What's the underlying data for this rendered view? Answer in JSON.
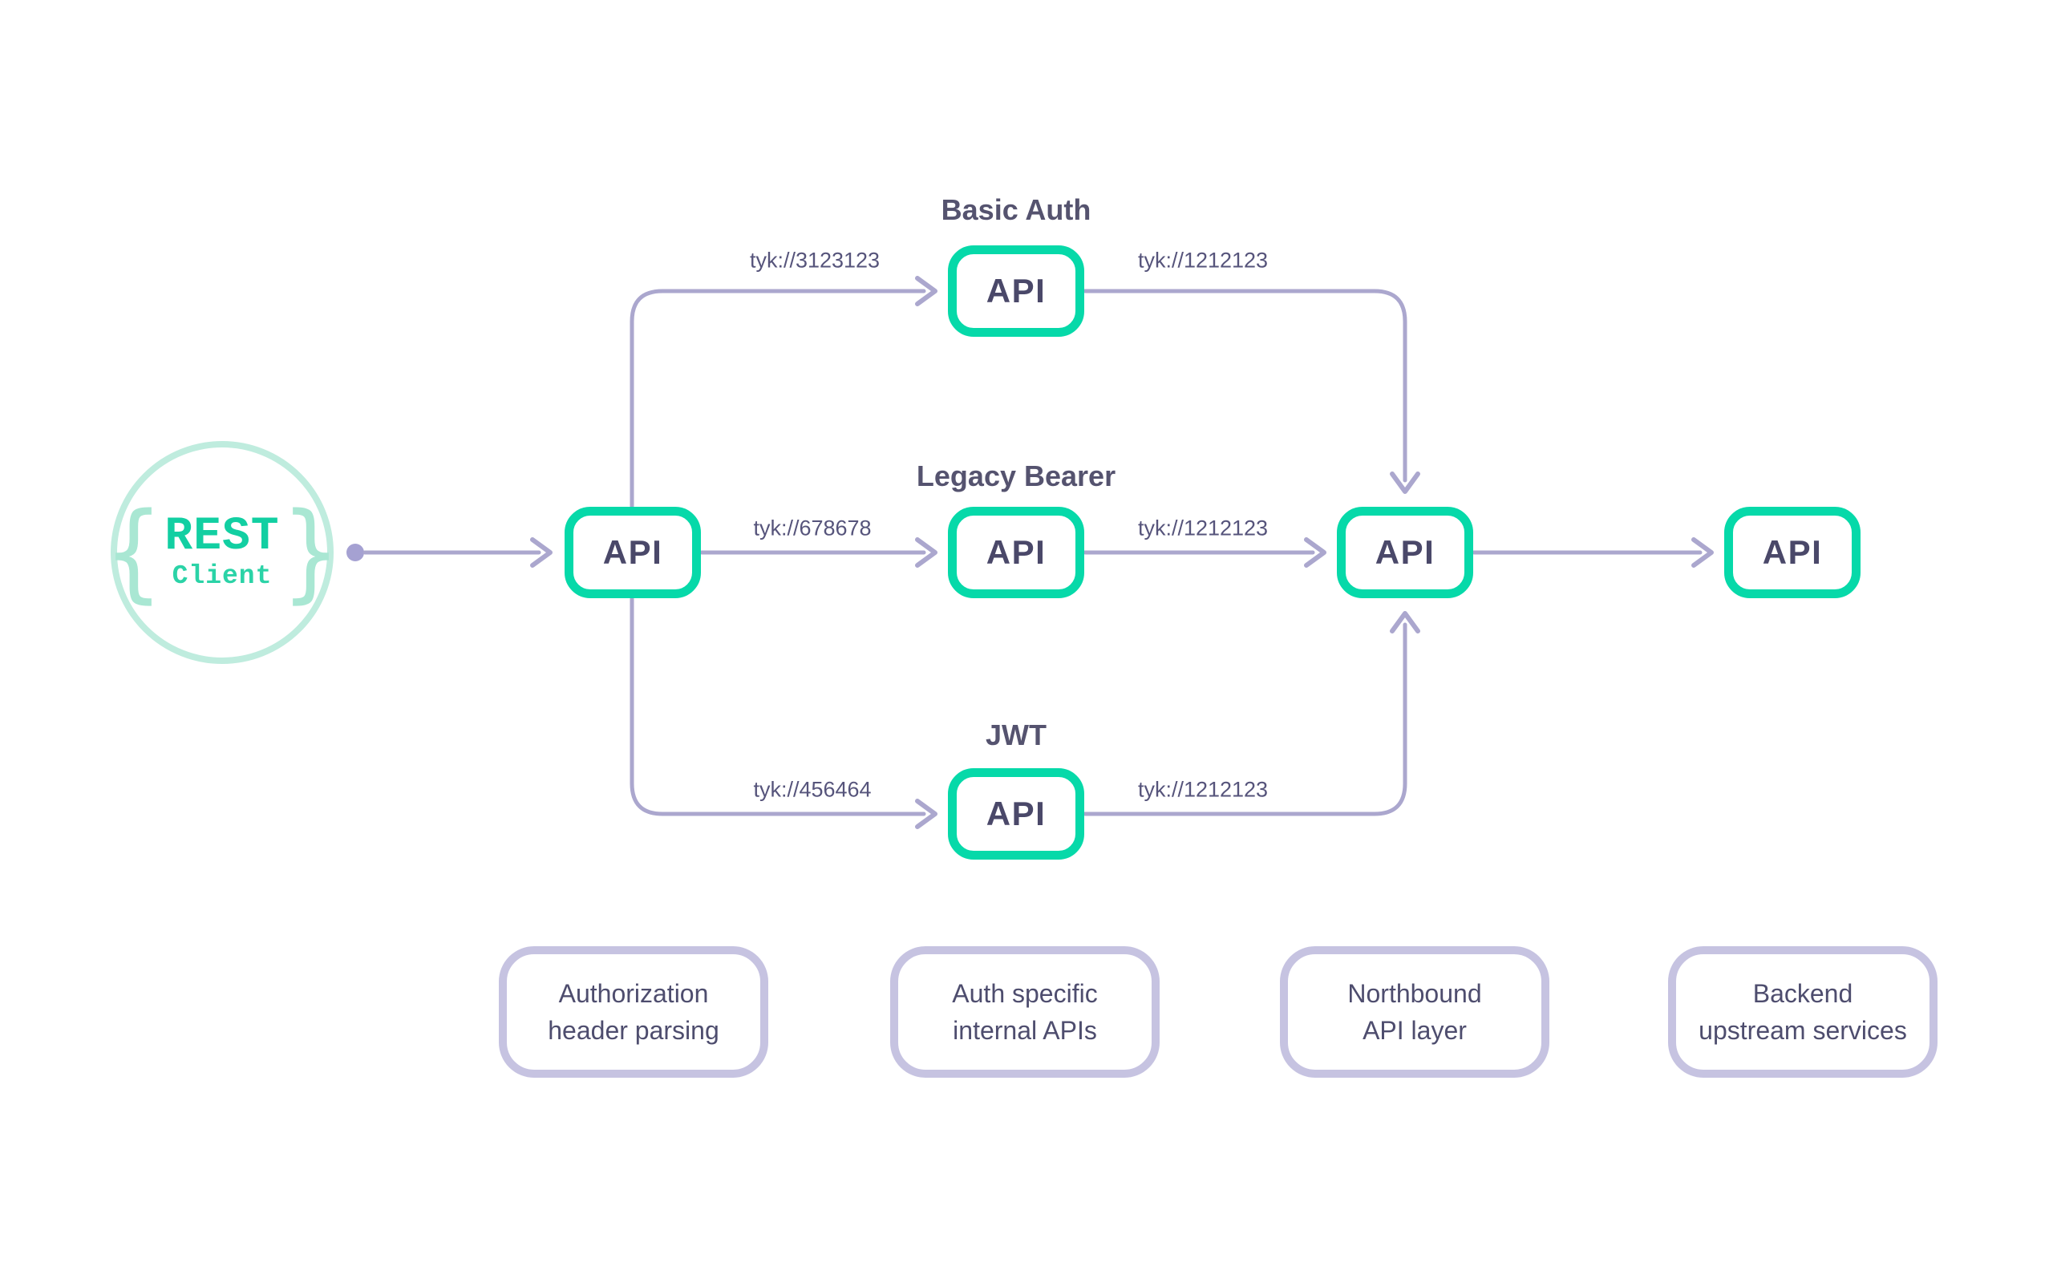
{
  "diagram": {
    "client": {
      "name_line1": "REST",
      "name_line2": "Client",
      "brace_left": "{",
      "brace_right": "}"
    },
    "api_label": "API",
    "rows": [
      {
        "title": "Basic Auth"
      },
      {
        "title": "Legacy Bearer"
      },
      {
        "title": "JWT"
      }
    ],
    "edges": [
      {
        "from": "gateway-api",
        "to": "basic-auth-api",
        "label": "tyk://3123123"
      },
      {
        "from": "gateway-api",
        "to": "legacy-bearer-api",
        "label": "tyk://678678"
      },
      {
        "from": "gateway-api",
        "to": "jwt-api",
        "label": "tyk://456464"
      },
      {
        "from": "basic-auth-api",
        "to": "northbound-api",
        "label": "tyk://1212123"
      },
      {
        "from": "legacy-bearer-api",
        "to": "northbound-api",
        "label": "tyk://1212123"
      },
      {
        "from": "jwt-api",
        "to": "northbound-api",
        "label": "tyk://1212123"
      }
    ],
    "legend_boxes": [
      {
        "line1": "Authorization",
        "line2": "header parsing"
      },
      {
        "line1": "Auth specific",
        "line2": "internal APIs"
      },
      {
        "line1": "Northbound",
        "line2": "API layer"
      },
      {
        "line1": "Backend",
        "line2": "upstream services"
      }
    ],
    "colors": {
      "api_border": "#06d9a9",
      "connector": "#aba7ce",
      "client_ring": "#bfecde",
      "client_text": "#12cfa2",
      "dark_text": "#4e4d6e",
      "legend_border": "#c6c3e1"
    }
  }
}
